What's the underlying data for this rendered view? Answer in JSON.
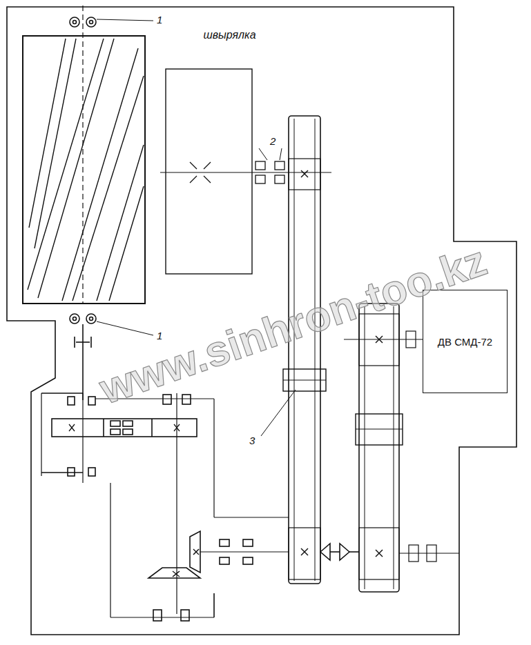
{
  "diagram": {
    "nodes": [
      {
        "text": [
          "швырялка"
        ]
      },
      {
        "text": [
          "ДВ СМД-72"
        ]
      }
    ],
    "labels": [
      "1",
      "2",
      "1",
      "3",
      "www.sinhron-too.kz"
    ]
  }
}
